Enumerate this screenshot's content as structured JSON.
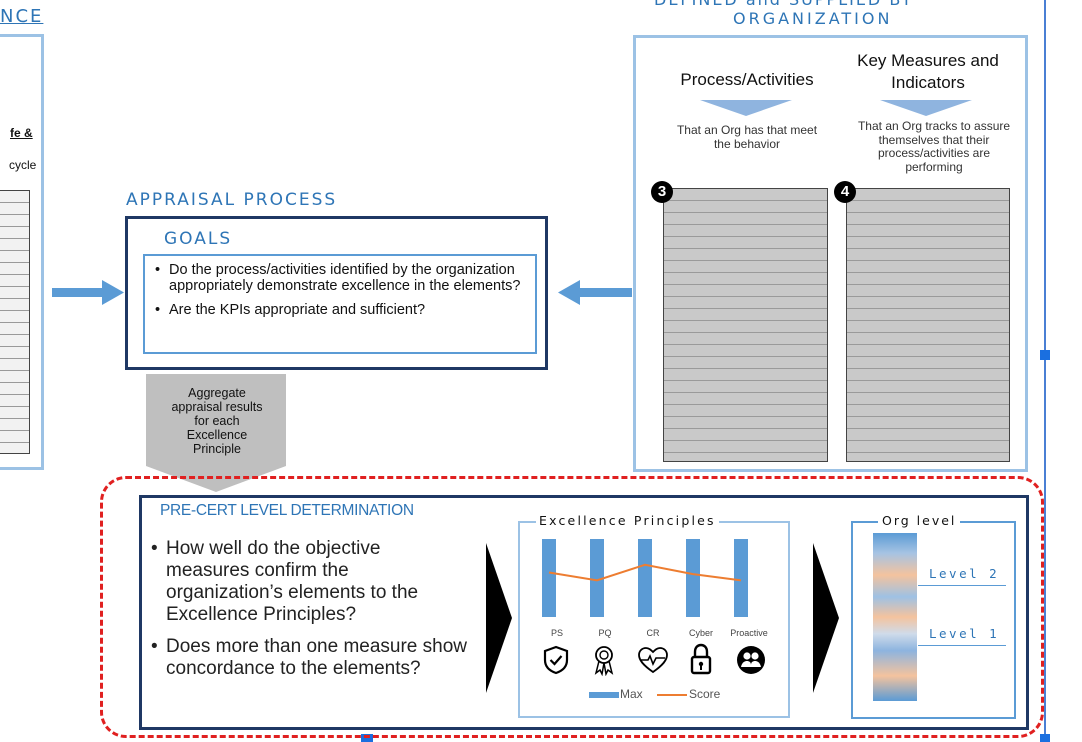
{
  "left_panel": {
    "heading": "NCE",
    "frag1": "fe &",
    "frag2": "cycle"
  },
  "org_panel": {
    "heading_top": "DEFINED and SUPPLIED BY",
    "heading": "ORGANIZATION",
    "col1": {
      "title": "Process/Activities",
      "desc": "That an Org has that meet the behavior",
      "badge": "3"
    },
    "col2": {
      "title": "Key Measures and Indicators",
      "desc": "That an Org tracks to assure themselves that their process/activities are performing",
      "badge": "4"
    }
  },
  "appraisal": {
    "heading": "APPRAISAL PROCESS",
    "goals_title": "GOALS",
    "goals": [
      "Do the process/activities identified by the organization appropriately demonstrate excellence in the elements?",
      "Are the KPIs appropriate and sufficient?"
    ],
    "aggregate": "Aggregate appraisal results for each Excellence Principle"
  },
  "precert": {
    "title": "PRE-CERT LEVEL DETERMINATION",
    "bullets": [
      "How well do the objective measures confirm the organization’s elements to the Excellence Principles?",
      "Does more than one measure show concordance to the elements?"
    ]
  },
  "chart_data": {
    "type": "bar",
    "title": "Excellence Principles",
    "categories": [
      "PS",
      "PQ",
      "CR",
      "Cyber",
      "Proactive"
    ],
    "series": [
      {
        "name": "Max",
        "values": [
          1.0,
          1.0,
          1.0,
          1.0,
          1.0
        ],
        "color": "#5B9BD5"
      },
      {
        "name": "Score",
        "values": [
          0.57,
          0.47,
          0.67,
          0.55,
          0.47
        ],
        "type": "line",
        "color": "#ED7D31"
      }
    ],
    "ylim": [
      0,
      1
    ],
    "icons": [
      "shield-check-icon",
      "award-ribbon-icon",
      "heart-pulse-icon",
      "padlock-icon",
      "people-circle-icon"
    ],
    "legend_placement": "bottom"
  },
  "org_level": {
    "title": "Org level",
    "levels": [
      "Level 2",
      "Level 1"
    ]
  },
  "colors": {
    "accent_blue": "#2E75B6",
    "border_blue": "#5B9BD5",
    "navy": "#1F3864",
    "dash_red": "#E02020",
    "score_orange": "#ED7D31"
  }
}
